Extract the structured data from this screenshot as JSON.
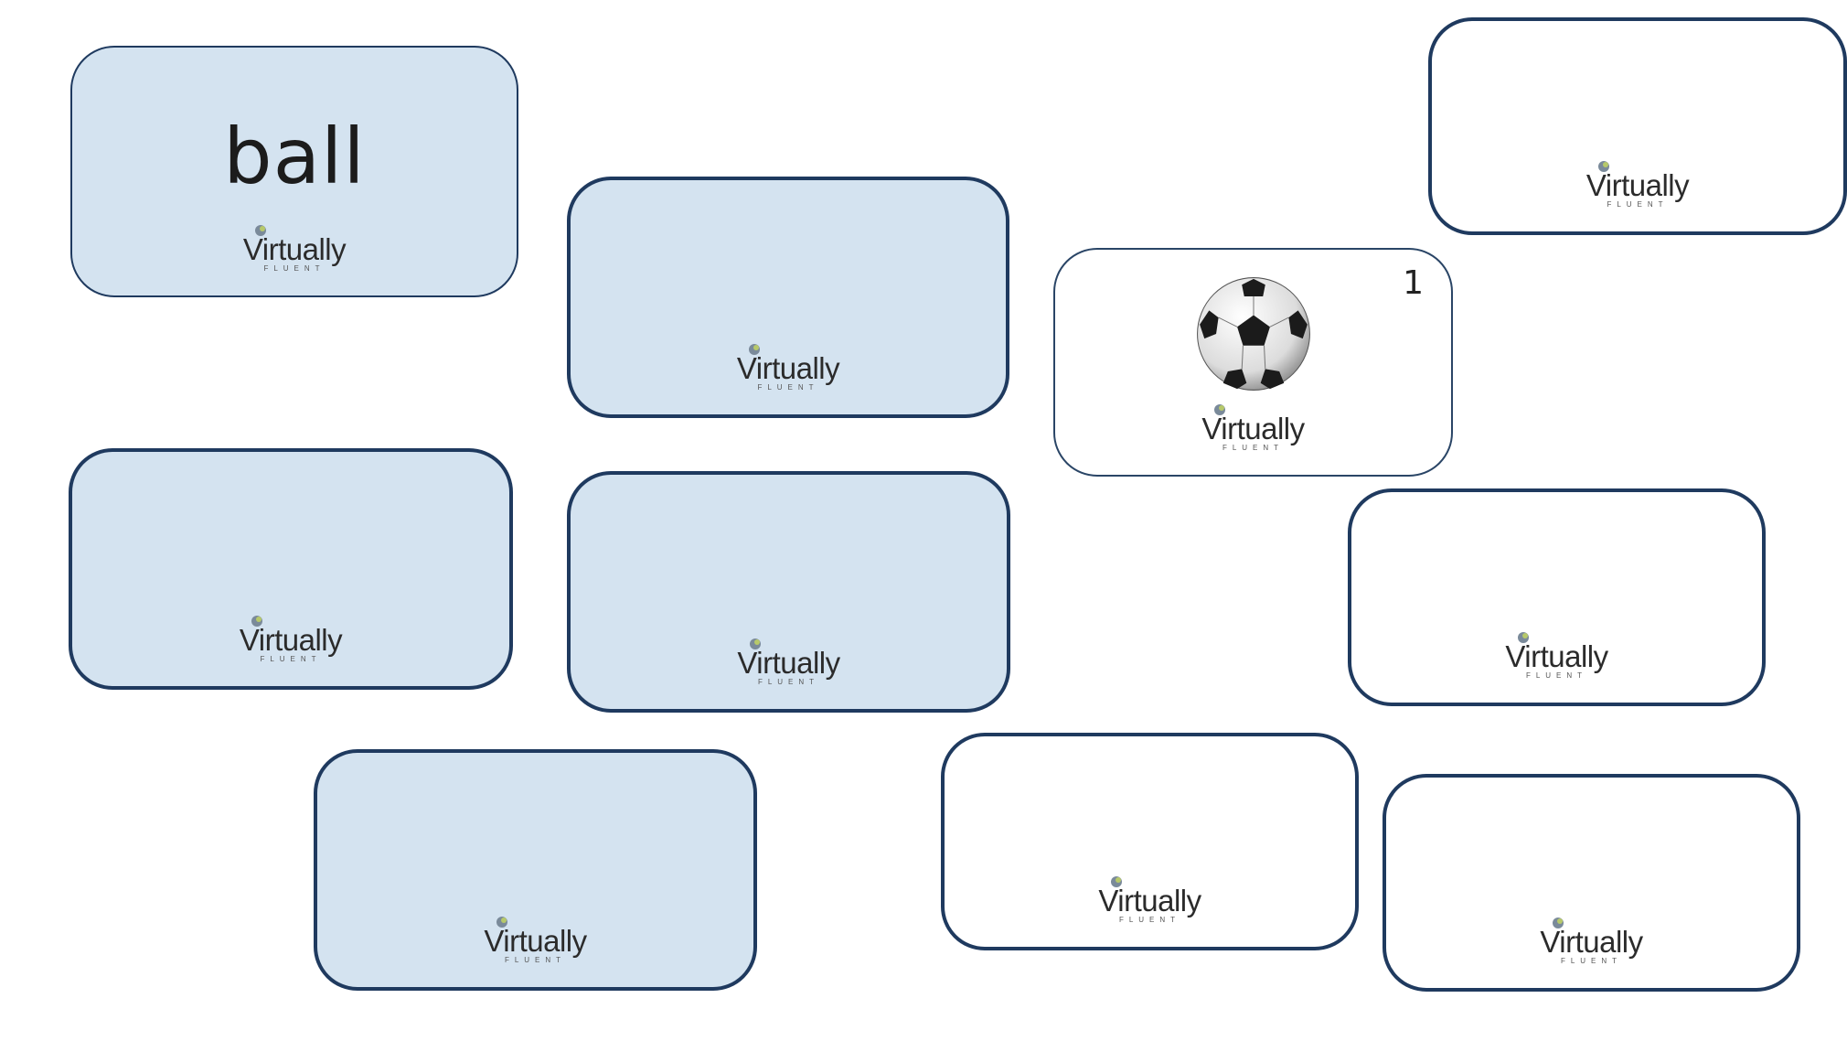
{
  "brand": {
    "logo_text": "Virtually",
    "logo_subtext": "FLUENT"
  },
  "cards": {
    "c1": {
      "word": "ball",
      "state": "revealed-word",
      "logo": "Virtually",
      "logo_sub": "FLUENT"
    },
    "c2": {
      "state": "hidden",
      "logo": "Virtually",
      "logo_sub": "FLUENT"
    },
    "c3": {
      "state": "revealed-image",
      "image": "soccer-ball",
      "number": "1",
      "logo": "Virtually",
      "logo_sub": "FLUENT"
    },
    "c4": {
      "state": "white",
      "logo": "Virtually",
      "logo_sub": "FLUENT"
    },
    "c5": {
      "state": "hidden",
      "logo": "Virtually",
      "logo_sub": "FLUENT"
    },
    "c6": {
      "state": "hidden",
      "logo": "Virtually",
      "logo_sub": "FLUENT"
    },
    "c7": {
      "state": "white",
      "logo": "Virtually",
      "logo_sub": "FLUENT"
    },
    "c8": {
      "state": "hidden",
      "logo": "Virtually",
      "logo_sub": "FLUENT"
    },
    "c9": {
      "state": "white",
      "logo": "Virtually",
      "logo_sub": "FLUENT"
    },
    "c10": {
      "state": "white",
      "logo": "Virtually",
      "logo_sub": "FLUENT"
    }
  },
  "colors": {
    "card_blue": "#d4e3f0",
    "card_border": "#1f3a5f",
    "card_white": "#ffffff"
  }
}
